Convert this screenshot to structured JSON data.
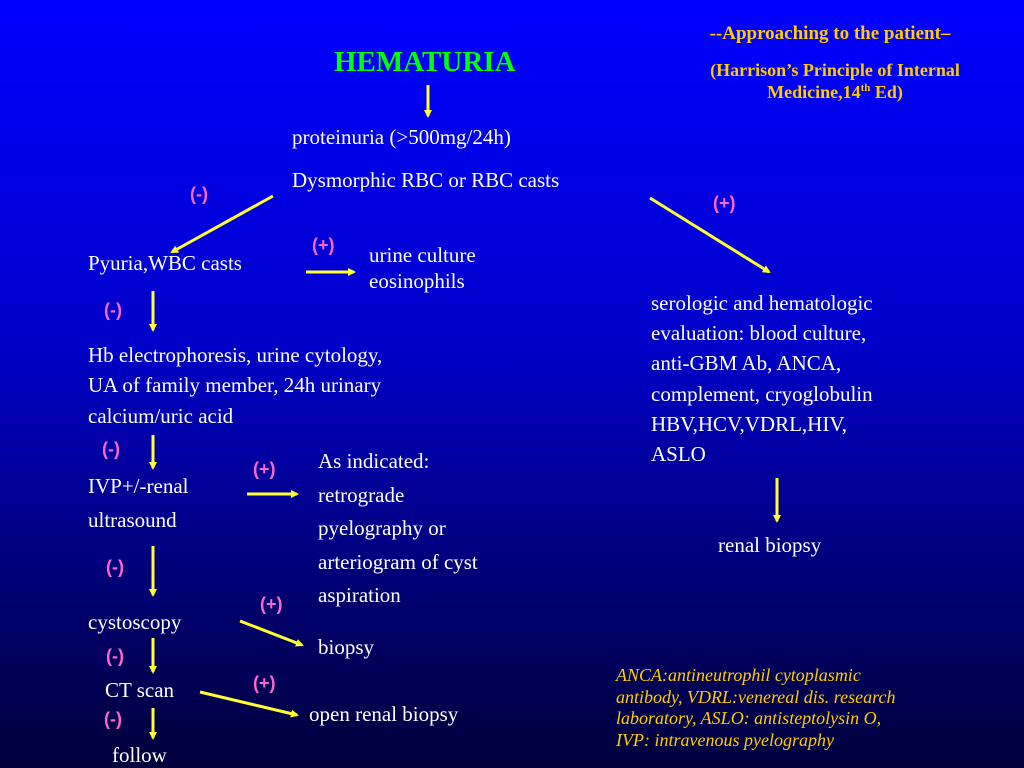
{
  "header": {
    "approach": "--Approaching to the patient–",
    "ref_line1": "(Harrison’s Principle of Internal",
    "ref_line2_pre": "Medicine,14",
    "ref_line2_sup": "th",
    "ref_line2_post": " Ed)"
  },
  "title": "HEMATURIA",
  "nodes": {
    "proteinuria": "proteinuria (>500mg/24h)",
    "dysmorphic": "Dysmorphic RBC or RBC casts",
    "pyuria": "Pyuria,WBC casts",
    "urine_culture": "urine culture\neosinophils",
    "serologic": "serologic and hematologic\nevaluation:  blood culture,\nanti-GBM Ab, ANCA,\ncomplement, cryoglobulin\nHBV,HCV,VDRL,HIV,\nASLO",
    "renal_biopsy": "renal biopsy",
    "hb": "Hb electrophoresis, urine cytology,\nUA of family member, 24h urinary\ncalcium/uric acid",
    "ivp": "IVP+/-renal\nultrasound",
    "as_indicated": "As indicated:\nretrograde\npyelography or\narteriogram of cyst\naspiration",
    "cystoscopy": "cystoscopy",
    "biopsy": "biopsy",
    "ct": "CT scan",
    "open_biopsy": "open renal biopsy",
    "follow": "follow"
  },
  "signs": {
    "neg": "(-)",
    "pos": "(+)"
  },
  "legend": "ANCA:antineutrophil cytoplasmic\nantibody, VDRL:venereal dis. research\nlaboratory, ASLO: antisteptolysin O,\nIVP: intravenous pyelography",
  "colors": {
    "arrow": "#ffff33",
    "title": "#00ff00",
    "header": "#ffcc00",
    "sign": "#ff66cc",
    "text": "#ffffff"
  }
}
